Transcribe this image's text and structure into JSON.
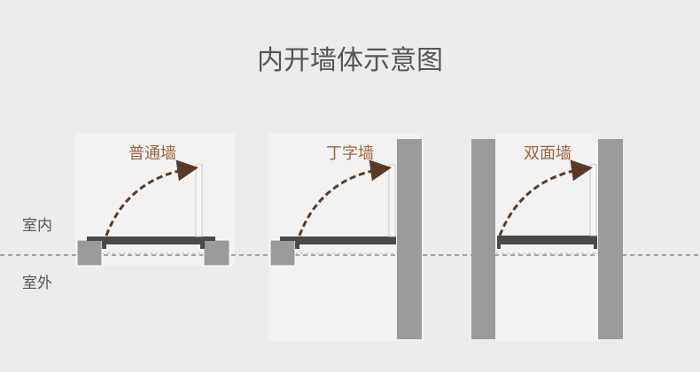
{
  "title": "内开墙体示意图",
  "side_labels": {
    "inside": "室内",
    "outside": "室外"
  },
  "diagrams": [
    {
      "label": "普通墙"
    },
    {
      "label": "丁字墙"
    },
    {
      "label": "双面墙"
    }
  ],
  "colors": {
    "background": "#ececec",
    "panel": "#f3f3f3",
    "wall": "#9a9b9a",
    "door": "#4a4a4a",
    "arrow": "#5a3a24",
    "label": "#a0623a",
    "text": "#555555"
  }
}
